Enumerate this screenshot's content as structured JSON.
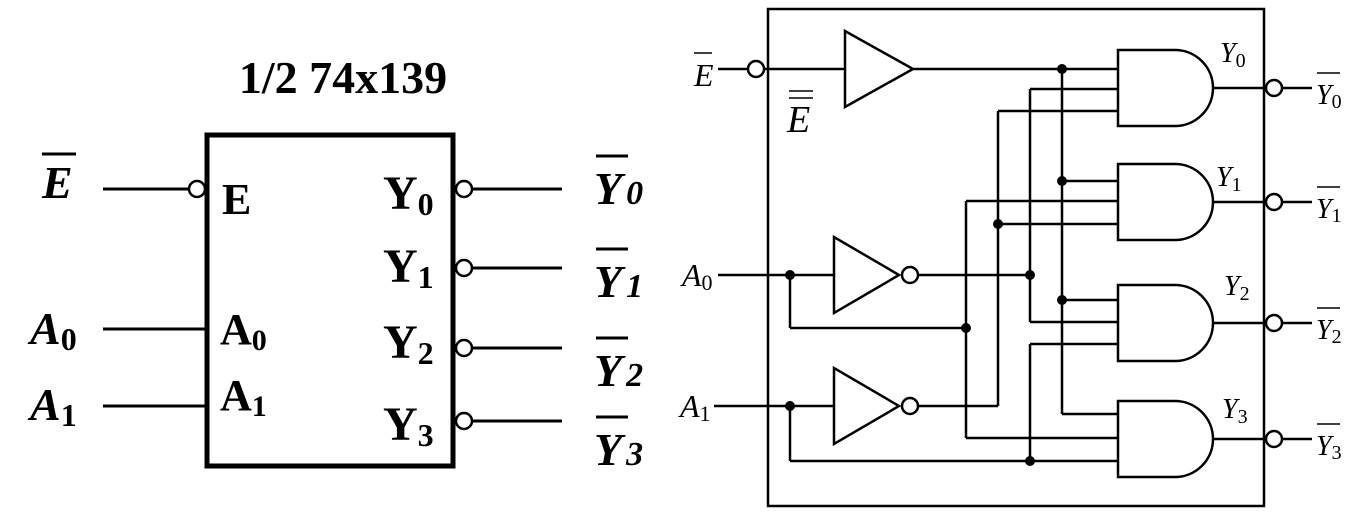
{
  "left_symbol": {
    "title": "1/2 74x139",
    "external_inputs": {
      "enable": {
        "base": "E",
        "sub": ""
      },
      "a0": {
        "base": "A",
        "sub": "0"
      },
      "a1": {
        "base": "A",
        "sub": "1"
      }
    },
    "pins_in": {
      "enable": {
        "base": "E",
        "sub": ""
      },
      "a0": {
        "base": "A",
        "sub": "0"
      },
      "a1": {
        "base": "A",
        "sub": "1"
      }
    },
    "pins_out": [
      {
        "base": "Y",
        "sub": "0"
      },
      {
        "base": "Y",
        "sub": "1"
      },
      {
        "base": "Y",
        "sub": "2"
      },
      {
        "base": "Y",
        "sub": "3"
      }
    ],
    "external_outputs": [
      {
        "base": "Y",
        "sub": "0"
      },
      {
        "base": "Y",
        "sub": "1"
      },
      {
        "base": "Y",
        "sub": "2"
      },
      {
        "base": "Y",
        "sub": "3"
      }
    ]
  },
  "right_logic": {
    "inputs": {
      "enable": {
        "base": "E",
        "sub": ""
      },
      "a0": {
        "base": "A",
        "sub": "0"
      },
      "a1": {
        "base": "A",
        "sub": "1"
      }
    },
    "internal_enable": {
      "base": "E",
      "sub": ""
    },
    "gate_outputs": [
      {
        "base": "Y",
        "sub": "0"
      },
      {
        "base": "Y",
        "sub": "1"
      },
      {
        "base": "Y",
        "sub": "2"
      },
      {
        "base": "Y",
        "sub": "3"
      }
    ],
    "outputs": [
      {
        "base": "Y",
        "sub": "0"
      },
      {
        "base": "Y",
        "sub": "1"
      },
      {
        "base": "Y",
        "sub": "2"
      },
      {
        "base": "Y",
        "sub": "3"
      }
    ]
  }
}
